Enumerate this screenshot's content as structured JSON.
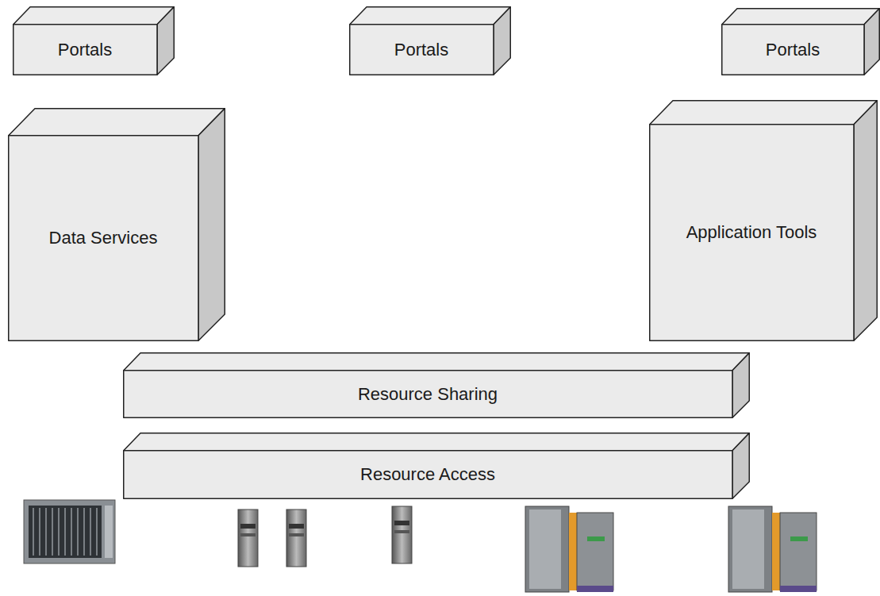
{
  "diagram": {
    "nodes": [
      {
        "text": [
          "Portals"
        ]
      },
      {
        "text": [
          "Portals"
        ]
      },
      {
        "text": [
          "Portals"
        ]
      },
      {
        "text": [
          "Data Services"
        ]
      },
      {
        "text": [
          "Application Tools"
        ]
      },
      {
        "text": [
          "Resource Sharing"
        ]
      },
      {
        "text": [
          "Resource Access"
        ]
      }
    ]
  }
}
